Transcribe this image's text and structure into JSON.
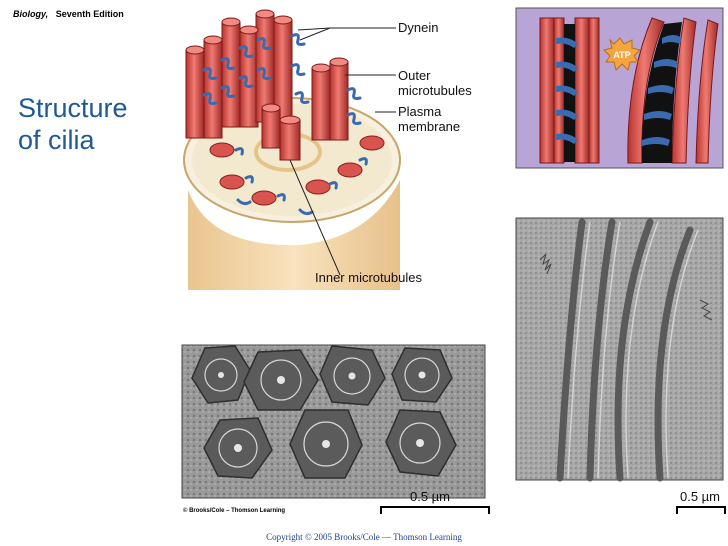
{
  "header": {
    "book_title": "Biology,",
    "edition": "Seventh Edition"
  },
  "slide": {
    "title": "Structure\nof cilia"
  },
  "labels": {
    "dynein": "Dynein",
    "outer_microtubules": "Outer\nmicrotubules",
    "plasma_membrane": "Plasma\nmembrane",
    "inner_microtubules": "Inner microtubules",
    "atp": "ATP"
  },
  "scale_bars": {
    "left": "0.5 µm",
    "right": "0.5 µm"
  },
  "credits": {
    "publisher_small": "© Brooks/Cole – Thomson Learning",
    "copyright": "Copyright © 2005 Brooks/Cole — Thomson Learning"
  },
  "colors": {
    "title_blue": "#1f5a96",
    "microtubule_red": "#d9534f",
    "dynein_blue": "#3a6ab0",
    "membrane_tan": "#f5d6a4",
    "panel_purple": "#b9a4d6"
  }
}
